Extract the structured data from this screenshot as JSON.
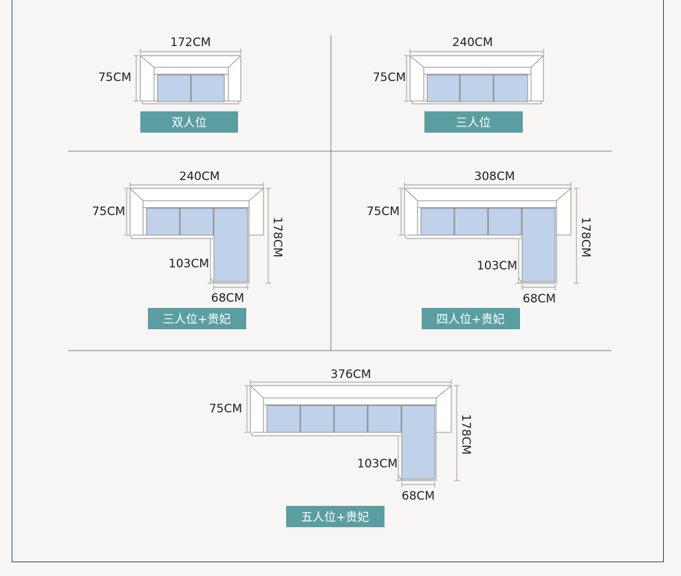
{
  "colors": {
    "background": "#f7f6f4",
    "frame": "#2a3a68",
    "divider": "#7a7a7a",
    "outline": "#8e8e8e",
    "cushion": "#c0d2ea",
    "cushion_stroke": "#8e8e8e",
    "label_bg": "#5b9ea1",
    "label_text": "#ffffff",
    "dim_line": "#aaaaaa",
    "dim_text": "#222222"
  },
  "sofas": [
    {
      "label": "双人位",
      "width": "172CM",
      "depth": "75CM"
    },
    {
      "label": "三人位",
      "width": "240CM",
      "depth": "75CM"
    },
    {
      "label": "三人位+贵妃",
      "width": "240CM",
      "depth": "75CM",
      "length": "178CM",
      "chaise_inner": "103CM",
      "chaise_width": "68CM"
    },
    {
      "label": "四人位+贵妃",
      "width": "308CM",
      "depth": "75CM",
      "length": "178CM",
      "chaise_inner": "103CM",
      "chaise_width": "68CM"
    },
    {
      "label": "五人位+贵妃",
      "width": "376CM",
      "depth": "75CM",
      "length": "178CM",
      "chaise_inner": "103CM",
      "chaise_width": "68CM"
    }
  ]
}
